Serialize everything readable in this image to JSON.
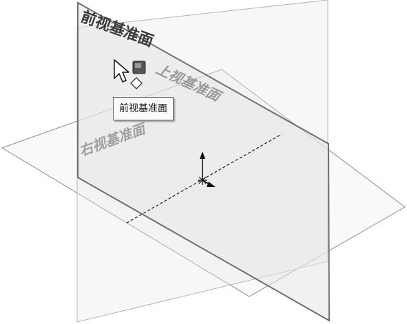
{
  "planes": {
    "front_label": "前视基准面",
    "top_label": "上视基准面",
    "right_label": "右视基准面"
  },
  "tooltip": {
    "text": "前视基准面"
  },
  "colors": {
    "front_edge": "#7a7a7a",
    "top_edge": "#8c8c8c",
    "right_edge": "#a8a8a8",
    "label_dark": "#3a3a3a",
    "label_light": "#9a9a9a",
    "plane_fill": "#efefef"
  },
  "icons": {
    "cursor": "arrow-pointer",
    "handle": "plane-drag-handle",
    "origin": "origin-triad"
  }
}
